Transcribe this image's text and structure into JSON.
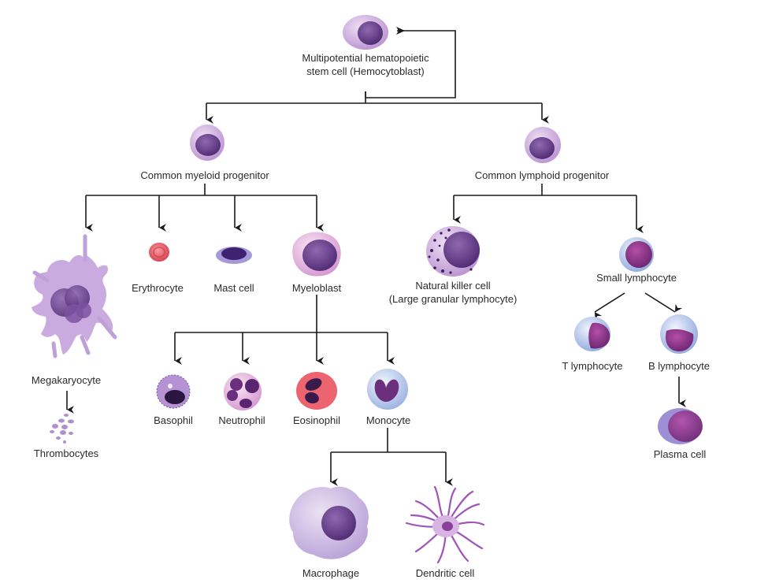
{
  "title": "Hematopoiesis cell lineage",
  "colors": {
    "line": "#1a1a1a",
    "label_text": "#2b2b2b",
    "cell_lilac": "#c9a6d8",
    "nucleus_purple": "#6b3f8f",
    "erythrocyte_red": "#e0515a",
    "eosinophil_red": "#e45060",
    "lymphocyte_blue": "#b9c8ec",
    "nucleus_magenta": "#8a2f86"
  },
  "nodes": {
    "stem": {
      "label_line1": "Multipotential hematopoietic",
      "label_line2": "stem cell (Hemocytoblast)"
    },
    "myeloid": {
      "label": "Common myeloid progenitor"
    },
    "lymphoid": {
      "label": "Common lymphoid progenitor"
    },
    "megakaryocyte": {
      "label": "Megakaryocyte"
    },
    "thrombocytes": {
      "label": "Thrombocytes"
    },
    "erythrocyte": {
      "label": "Erythrocyte"
    },
    "mast": {
      "label": "Mast cell"
    },
    "myeloblast": {
      "label": "Myeloblast"
    },
    "basophil": {
      "label": "Basophil"
    },
    "neutrophil": {
      "label": "Neutrophil"
    },
    "eosinophil": {
      "label": "Eosinophil"
    },
    "monocyte": {
      "label": "Monocyte"
    },
    "macrophage": {
      "label": "Macrophage"
    },
    "dendritic": {
      "label": "Dendritic cell"
    },
    "nk": {
      "label_line1": "Natural killer cell",
      "label_line2": "(Large granular lymphocyte)"
    },
    "small_lymph": {
      "label": "Small lymphocyte"
    },
    "t_lymph": {
      "label": "T lymphocyte"
    },
    "b_lymph": {
      "label": "B lymphocyte"
    },
    "plasma": {
      "label": "Plasma cell"
    }
  },
  "edges": [
    [
      "stem",
      "myeloid"
    ],
    [
      "stem",
      "lymphoid"
    ],
    [
      "stem",
      "stem"
    ],
    [
      "myeloid",
      "megakaryocyte"
    ],
    [
      "myeloid",
      "erythrocyte"
    ],
    [
      "myeloid",
      "mast"
    ],
    [
      "myeloid",
      "myeloblast"
    ],
    [
      "megakaryocyte",
      "thrombocytes"
    ],
    [
      "myeloblast",
      "basophil"
    ],
    [
      "myeloblast",
      "neutrophil"
    ],
    [
      "myeloblast",
      "eosinophil"
    ],
    [
      "myeloblast",
      "monocyte"
    ],
    [
      "monocyte",
      "macrophage"
    ],
    [
      "monocyte",
      "dendritic"
    ],
    [
      "lymphoid",
      "nk"
    ],
    [
      "lymphoid",
      "small_lymph"
    ],
    [
      "small_lymph",
      "t_lymph"
    ],
    [
      "small_lymph",
      "b_lymph"
    ],
    [
      "b_lymph",
      "plasma"
    ]
  ]
}
